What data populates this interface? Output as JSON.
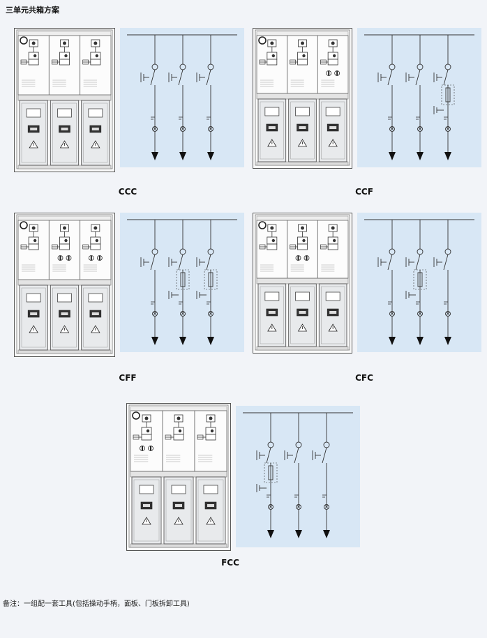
{
  "title": "三单元共箱方案",
  "schemes": [
    {
      "label": "CCC",
      "units": [
        "C",
        "C",
        "C"
      ]
    },
    {
      "label": "CCF",
      "units": [
        "C",
        "C",
        "F"
      ]
    },
    {
      "label": "CFF",
      "units": [
        "C",
        "F",
        "F"
      ]
    },
    {
      "label": "CFC",
      "units": [
        "C",
        "F",
        "C"
      ]
    },
    {
      "label": "FCC",
      "units": [
        "F",
        "C",
        "C"
      ]
    }
  ],
  "note": "备注：一组配一套工具(包括操动手柄，面板、门板拆卸工具)",
  "colors": {
    "background": "#f2f4f8",
    "diagram_bg": "#d8e7f5",
    "line": "#333333"
  }
}
